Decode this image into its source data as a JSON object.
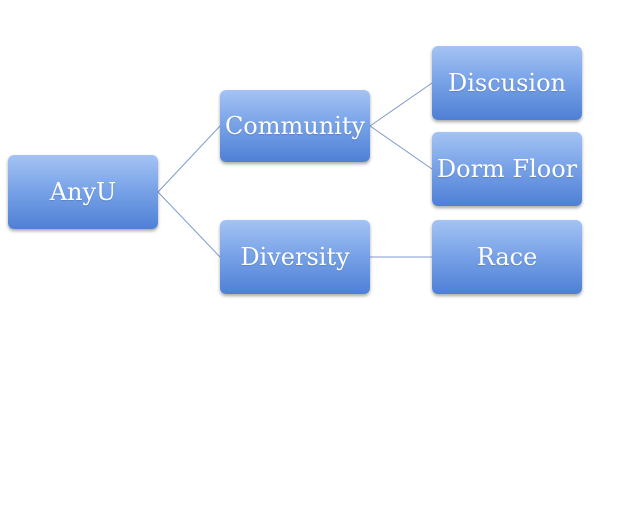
{
  "diagram": {
    "nodes": {
      "root": "AnyU",
      "community": "Community",
      "diversity": "Diversity",
      "discussion": "Discusion",
      "dorm_floor": "Dorm Floor",
      "race": "Race"
    },
    "edges": [
      [
        "AnyU",
        "Community"
      ],
      [
        "AnyU",
        "Diversity"
      ],
      [
        "Community",
        "Discusion"
      ],
      [
        "Community",
        "Dorm Floor"
      ],
      [
        "Diversity",
        "Race"
      ]
    ],
    "colors": {
      "node_top": "#a5c3f4",
      "node_bottom": "#4f80d6",
      "connector": "#7f9ccc",
      "text": "#ffffff"
    }
  }
}
